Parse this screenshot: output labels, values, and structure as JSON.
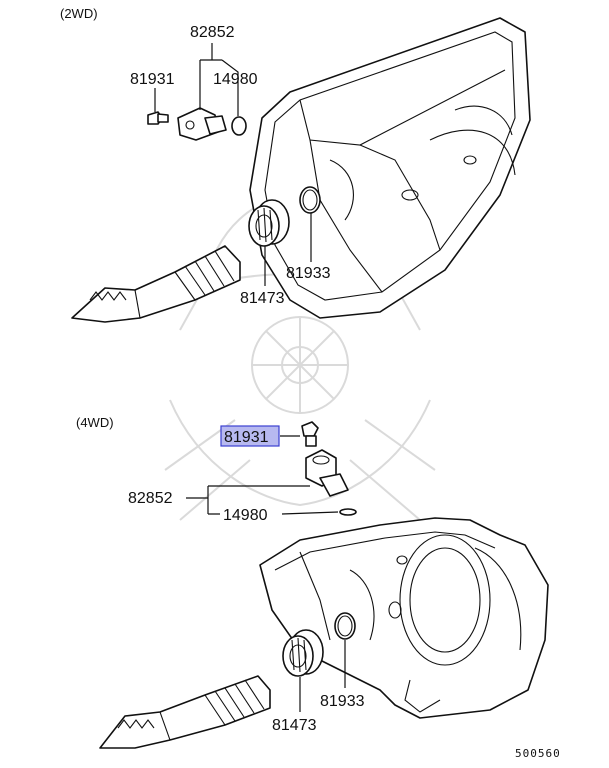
{
  "sections": {
    "top_label": "(2WD)",
    "bottom_label": "(4WD)"
  },
  "callouts_2wd": {
    "sensor_assembly": "82852",
    "bolt": "81931",
    "o_ring": "14980",
    "snap_ring": "81933",
    "bearing": "81473"
  },
  "callouts_4wd": {
    "bolt": "81931",
    "sensor_assembly": "82852",
    "o_ring": "14980",
    "snap_ring": "81933",
    "bearing": "81473"
  },
  "highlight": {
    "part": "81931",
    "color": "#b7b9f0"
  },
  "reference_number": "500560"
}
